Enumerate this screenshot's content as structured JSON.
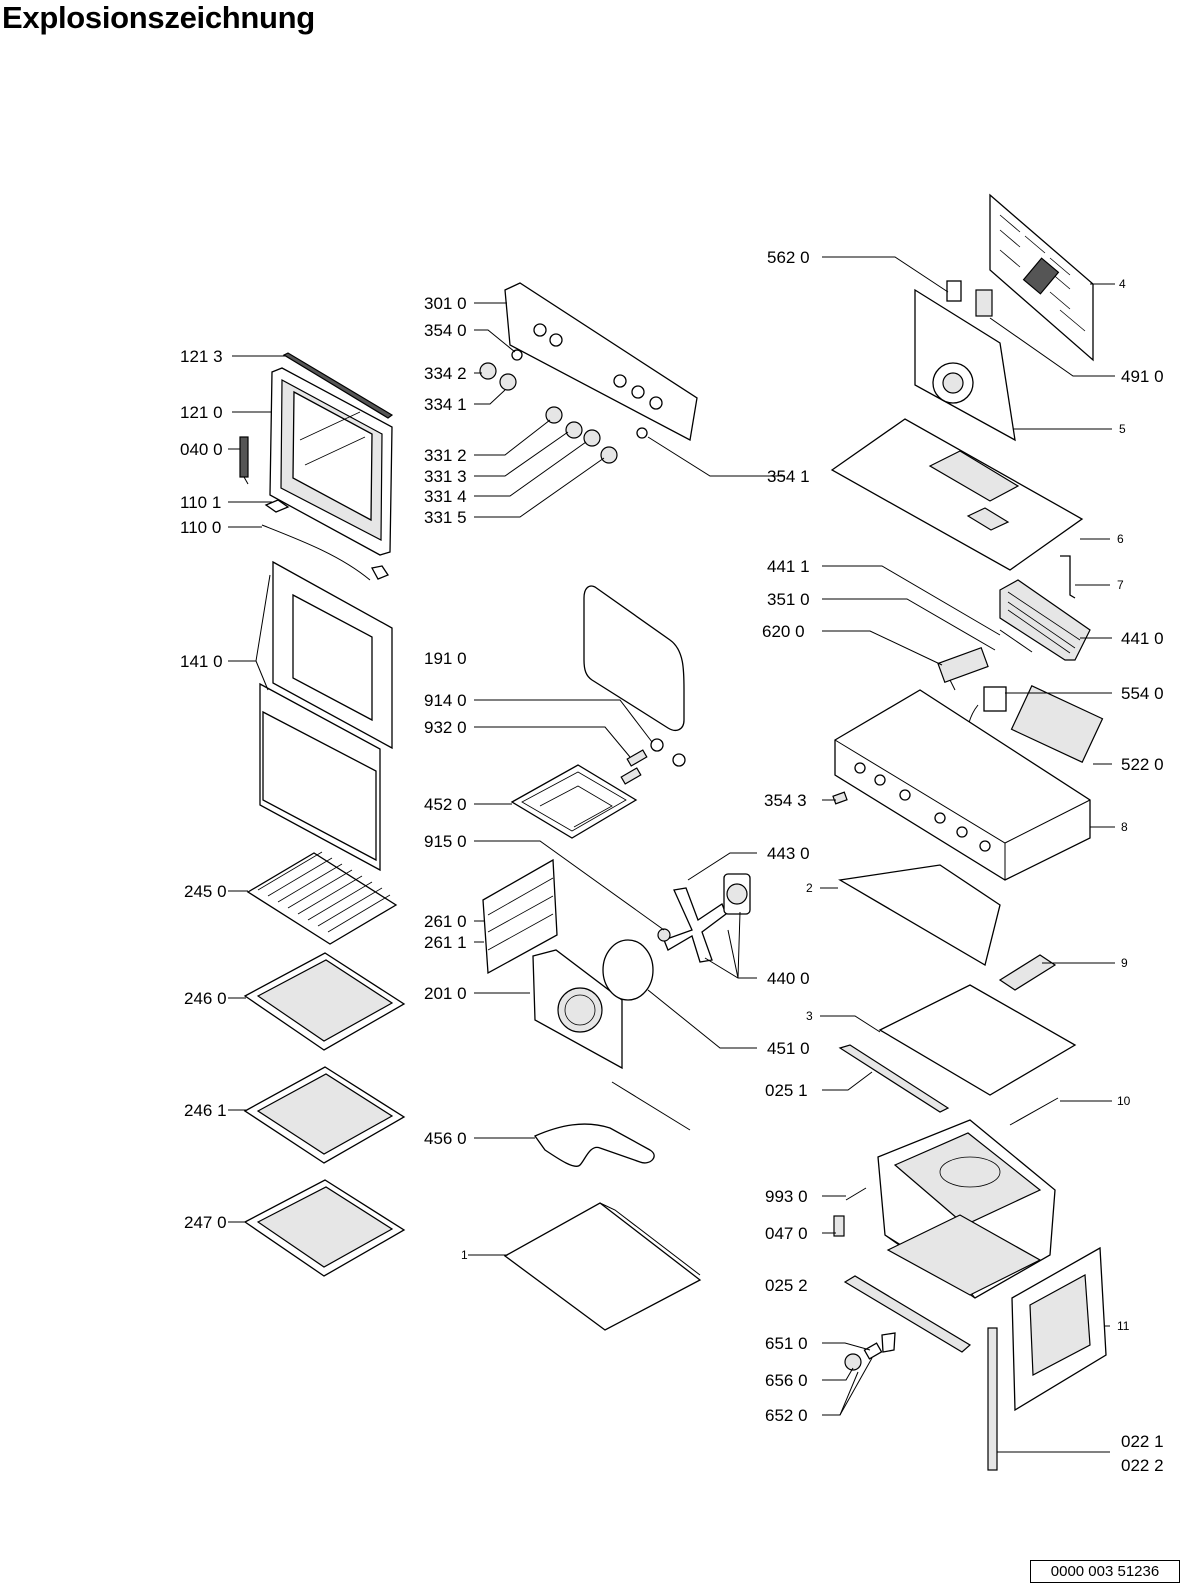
{
  "title": "Explosionszeichnung",
  "document_number": "0000 003 51236",
  "callouts": {
    "c121_3": "121 3",
    "c121_0": "121 0",
    "c040_0": "040 0",
    "c110_1": "110 1",
    "c110_0": "110 0",
    "c141_0": "141 0",
    "c245_0": "245 0",
    "c246_0": "246 0",
    "c246_1": "246 1",
    "c247_0": "247 0",
    "c301_0": "301 0",
    "c354_0": "354 0",
    "c334_2": "334 2",
    "c334_1": "334 1",
    "c331_2": "331 2",
    "c331_3": "331 3",
    "c331_4": "331 4",
    "c331_5": "331 5",
    "c354_1": "354 1",
    "c191_0": "191 0",
    "c914_0": "914 0",
    "c932_0": "932 0",
    "c452_0": "452 0",
    "c915_0": "915 0",
    "c261_0": "261 0",
    "c261_1": "261 1",
    "c201_0": "201 0",
    "c456_0": "456 0",
    "c1": "1",
    "c443_0": "443 0",
    "c440_0": "440 0",
    "c451_0": "451 0",
    "c562_0": "562 0",
    "c4": "4",
    "c491_0": "491 0",
    "c5": "5",
    "c6": "6",
    "c7": "7",
    "c441_1": "441 1",
    "c351_0": "351 0",
    "c620_0": "620 0",
    "c441_0": "441 0",
    "c554_0": "554 0",
    "c522_0": "522 0",
    "c354_3": "354 3",
    "c8": "8",
    "c2": "2",
    "c9": "9",
    "c3": "3",
    "c025_1": "025 1",
    "c10": "10",
    "c993_0": "993 0",
    "c047_0": "047 0",
    "c025_2": "025 2",
    "c651_0": "651 0",
    "c656_0": "656 0",
    "c652_0": "652 0",
    "c11": "11",
    "c022_1": "022 1",
    "c022_2": "022 2"
  }
}
